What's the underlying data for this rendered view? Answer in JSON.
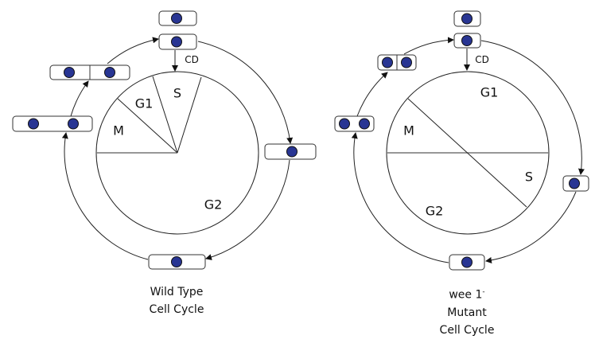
{
  "colors": {
    "nucleus": "#283593",
    "line": "#222222"
  },
  "wild_type": {
    "phases": {
      "m": "M",
      "g1": "G1",
      "s": "S",
      "g2": "G2"
    },
    "cd_label": "CD",
    "caption": [
      "Wild Type",
      "Cell Cycle"
    ]
  },
  "mutant": {
    "phases": {
      "m": "M",
      "g1": "G1",
      "s": "S",
      "g2": "G2"
    },
    "cd_label": "CD",
    "caption": [
      "wee 1",
      "Mutant",
      "Cell Cycle"
    ],
    "caption_superscript": "-"
  }
}
